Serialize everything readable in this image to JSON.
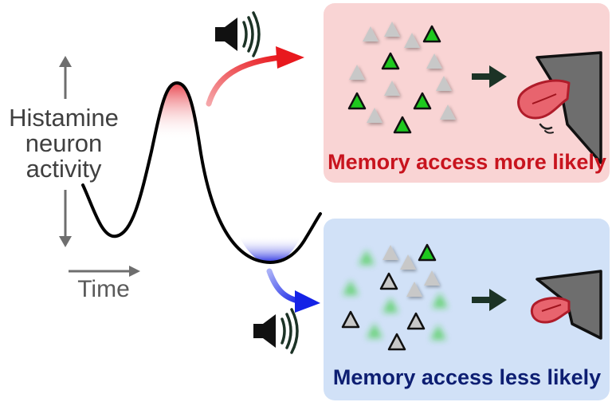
{
  "axis": {
    "y_label_lines": [
      "Histamine",
      "neuron",
      "activity"
    ],
    "x_label": "Time"
  },
  "panels": {
    "high": {
      "caption": "Memory access more likely",
      "bg_color": "#f9d4d4",
      "arrow_color": "#e8191e"
    },
    "low": {
      "caption": "Memory access less likely",
      "bg_color": "#d1e1f7",
      "arrow_color": "#1422e6"
    }
  },
  "colors": {
    "active_neuron": "#1ec81e",
    "inactive_neuron": "#c8c8c8",
    "dark_arrow": "#1c3326",
    "tongue": "#e8646e",
    "trace": "#000000"
  },
  "icons": [
    "speaker-icon",
    "tongue-icon",
    "water-spout-icon",
    "neuron-icon"
  ]
}
